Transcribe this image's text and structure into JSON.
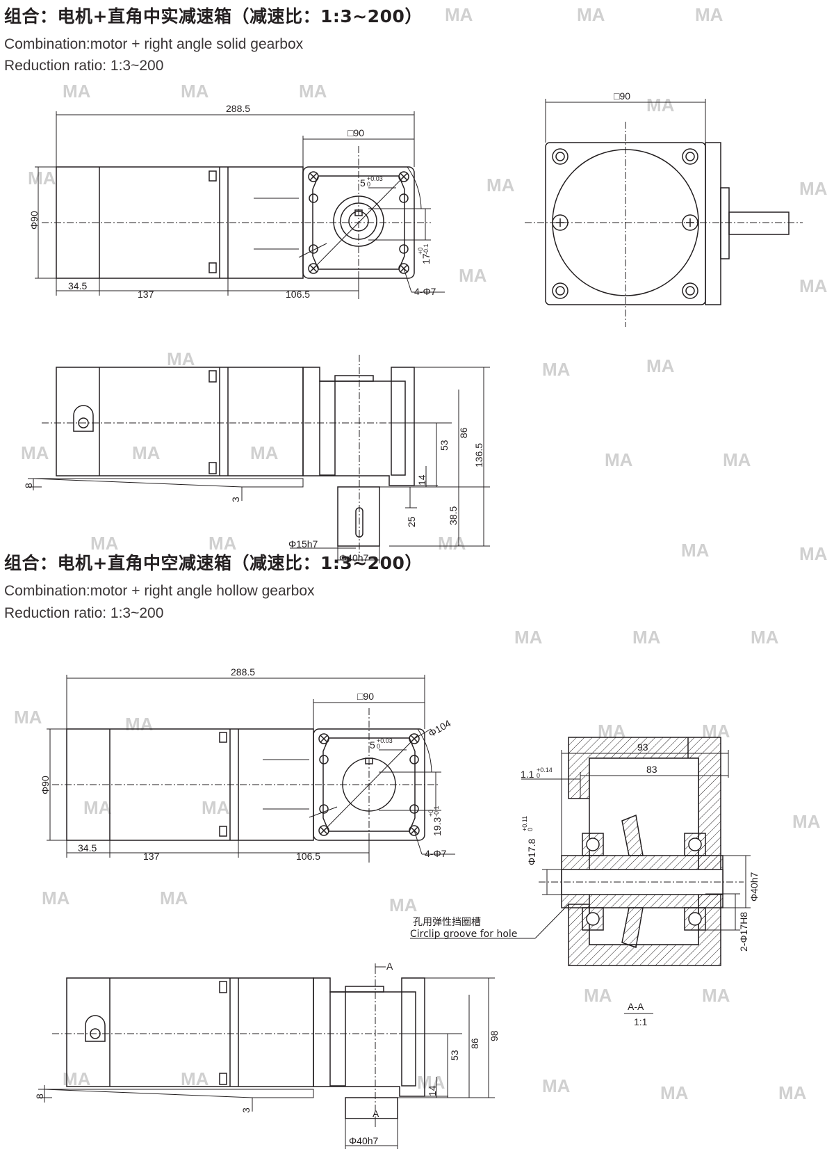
{
  "section1": {
    "heading_cn": "组合：电机+直角中实减速箱（减速比：1:3~200）",
    "combination_en": "Combination:motor + right angle solid gearbox",
    "ratio_en": "Reduction ratio: 1:3~200"
  },
  "section2": {
    "heading_cn": "组合：电机+直角中空减速箱（减速比：1:3~200）",
    "combination_en": "Combination:motor + right angle hollow gearbox",
    "ratio_en": "Reduction ratio: 1:3~200"
  },
  "dims": {
    "d288_5": "288.5",
    "sq90": "□90",
    "phi90": "Φ90",
    "d34_5": "34.5",
    "d137": "137",
    "d106_5": "106.5",
    "key5": "5",
    "key5_tol_up": "+0.03",
    "key5_tol_low": "0",
    "d17": "17",
    "d17_tol_up": "+0",
    "d17_tol_low": "-0.1",
    "holes": "4-Φ7",
    "d8": "8",
    "d3": "3",
    "d14": "14",
    "d53": "53",
    "d86": "86",
    "d136_5": "136.5",
    "d25": "25",
    "d38_5": "38.5",
    "phi15h7": "Φ15h7",
    "phi40h7": "Φ40h7",
    "phi104": "Φ104",
    "d19_3": "19.3",
    "d19_3_tol_up": "+0",
    "d19_3_tol_low": "-0.1",
    "d98": "98",
    "d93": "93",
    "d83": "83",
    "d1_1": "1.1",
    "d1_1_tol_up": "+0.14",
    "d1_1_tol_low": "0",
    "phi17_8": "Φ17.8",
    "phi17_8_tol_up": "+0.11",
    "phi17_8_tol_low": "0",
    "phi17h8": "2-Φ17H8",
    "section_arrow": "A"
  },
  "section_view": {
    "label": "A-A",
    "scale": "1:1",
    "circlip_cn": "孔用弹性挡圈槽",
    "circlip_en": "Circlip groove for hole"
  },
  "watermark": "MA"
}
